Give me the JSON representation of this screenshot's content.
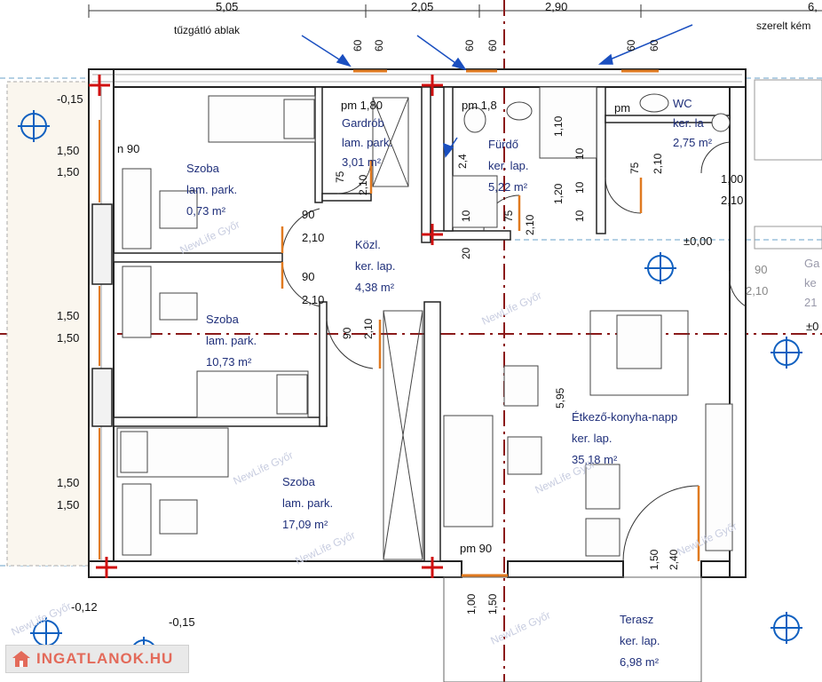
{
  "dimensions_top": [
    "5,05",
    "2,05",
    "2,90",
    "6,"
  ],
  "labels": {
    "fire_window": "tűzgátló ablak",
    "mounted_chimney": "szerelt kém",
    "level_minus015_top": "-0,15",
    "level_minus012": "-0,12",
    "level_minus015_bottom": "-0,15",
    "level_zero": "±0,00",
    "level_zero_right": "±0"
  },
  "rooms": [
    {
      "name": "Szoba",
      "floor": "lam. park.",
      "area": "0,73 m²"
    },
    {
      "name": "Gardrób",
      "floor": "lam. park.",
      "area": "3,01 m²"
    },
    {
      "name": "Fürdő",
      "floor": "ker. lap.",
      "area": "5,22 m²"
    },
    {
      "name": "WC",
      "floor": "ker. la",
      "area": "2,75 m²"
    },
    {
      "name": "Közl.",
      "floor": "ker. lap.",
      "area": "4,38 m²"
    },
    {
      "name": "Szoba",
      "floor": "lam. park.",
      "area": "10,73 m²"
    },
    {
      "name": "Szoba",
      "floor": "lam. park.",
      "area": "17,09 m²"
    },
    {
      "name": "Étkező-konyha-napp",
      "floor": "ker. lap.",
      "area": "35,18 m²"
    },
    {
      "name": "Terasz",
      "floor": "ker. lap.",
      "area": "6,98 m²"
    },
    {
      "name": "Ga",
      "floor": "ke",
      "area": "21"
    }
  ],
  "left_dims": [
    "1,50",
    "1,50",
    "1,50",
    "1,50",
    "1,50",
    "1,50"
  ],
  "door_dims": [
    "90",
    "2,10",
    "90",
    "2,10",
    "90",
    "2,10",
    "75",
    "2,10",
    "75",
    "2,10",
    "75",
    "2,10",
    "1,00",
    "2,10",
    "90",
    "2,10"
  ],
  "window_dims": [
    "60",
    "60",
    "60",
    "60",
    "60",
    "60"
  ],
  "misc_dims": {
    "pm_gardrob": "pm 1,80",
    "pm_furdo": "pm 1,8",
    "pm_wc": "pm",
    "pm_bottom": "pm 90",
    "d_2_4": "2,4",
    "d_10a": "10",
    "d_20": "20",
    "d_110": "1,10",
    "d_10b": "10",
    "d_120": "1,20",
    "d_10c": "10",
    "d_10d": "10",
    "d_595": "5,95",
    "d_150": "1,50",
    "d_240": "2,40",
    "d_100b": "1,00",
    "d_150b": "1,50",
    "d_n90": "n 90"
  },
  "watermark": "NewLife Győr",
  "logo_text": "INGATLANOK.HU"
}
